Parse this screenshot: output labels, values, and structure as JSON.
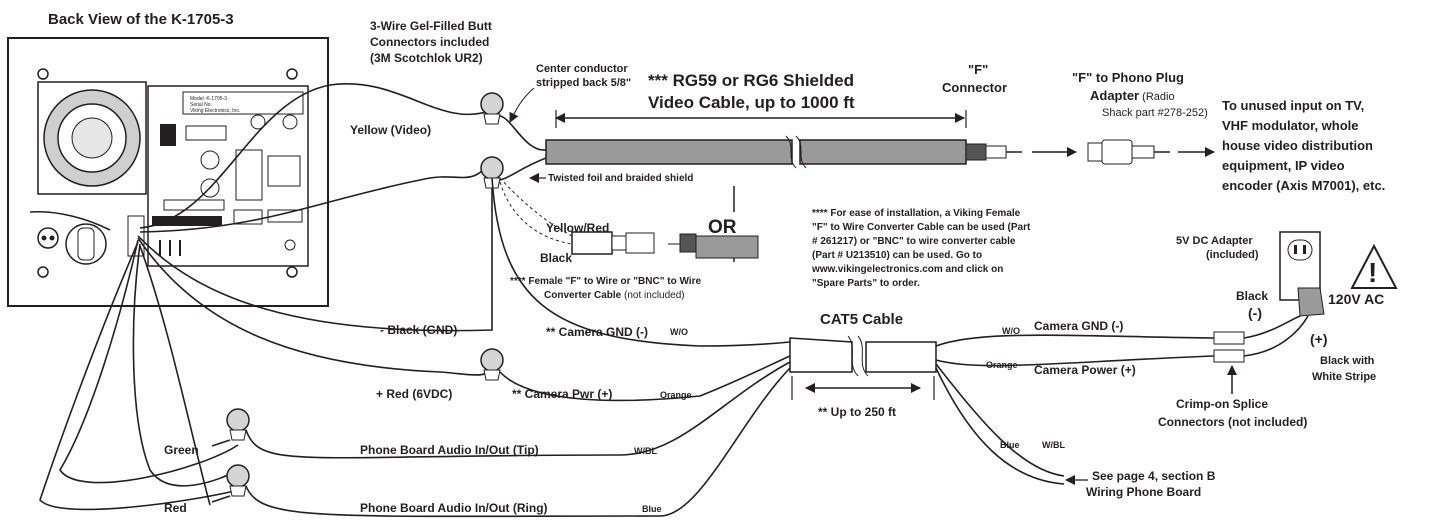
{
  "header": {
    "title": "Back View of the K-1705-3"
  },
  "panel": {
    "label_lines": [
      "Model: K-1705-3",
      "Serial No.",
      "Viking Electronics, Inc."
    ]
  },
  "butt_connectors": {
    "title_lines": [
      "3-Wire Gel-Filled Butt",
      "Connectors included",
      "(3M Scotchlok UR2)"
    ]
  },
  "center_conductor": {
    "lines": [
      "Center conductor",
      "stripped back 5/8\""
    ]
  },
  "cable": {
    "lines": [
      "*** RG59 or RG6 Shielded",
      "Video Cable, up to 1000 ft"
    ]
  },
  "f_connector": {
    "lines": [
      "\"F\"",
      "Connector"
    ]
  },
  "adapter": {
    "line1": "\"F\" to Phono Plug",
    "line2_bold": "Adapter",
    "line2_normal": " (Radio",
    "line3": "Shack part #278-252)"
  },
  "destination": {
    "lines": [
      "To unused input on TV,",
      "VHF modulator, whole",
      "house video distribution",
      "equipment, IP video",
      "encoder (Axis M7001), etc."
    ]
  },
  "twisted_shield": "Twisted foil and braided shield",
  "wires": {
    "yellow": "Yellow (Video)",
    "yellow_red": "Yellow/Red",
    "black": "Black",
    "or": "OR",
    "black_gnd": "- Black (GND)",
    "red_6vdc": "+ Red (6VDC)",
    "green": "Green",
    "red": "Red"
  },
  "converter_label": {
    "line1": "**** Female \"F\" to Wire or \"BNC\" to Wire",
    "line2_bold": "Converter Cable",
    "line2_normal": " (not included)"
  },
  "note": {
    "lines": [
      "**** For ease of installation, a Viking Female",
      "\"F\" to Wire Converter Cable can be used (Part",
      "# 261217) or \"BNC\" to wire converter cable",
      "(Part # U213510) can be used. Go to",
      "www.vikingelectronics.com and click on",
      "\"Spare Parts\" to order."
    ]
  },
  "cat5": {
    "title": "CAT5 Cable",
    "length": "** Up to 250 ft",
    "camera_gnd_left": "** Camera GND (-)",
    "camera_gnd_left_color": "W/O",
    "camera_pwr_left": "** Camera Pwr (+)",
    "camera_pwr_left_color": "Orange",
    "tip": "Phone Board Audio In/Out (Tip)",
    "tip_color": "W/BL",
    "ring": "Phone Board Audio In/Out (Ring)",
    "ring_color": "Blue",
    "camera_gnd_right": "Camera GND (-)",
    "camera_gnd_right_color": "W/O",
    "camera_power_right": "Camera Power (+)",
    "camera_power_right_color": "Orange",
    "blue": "Blue",
    "wbl": "W/BL"
  },
  "see_page": {
    "lines": [
      "See page 4, section B",
      "Wiring Phone Board"
    ]
  },
  "power": {
    "adapter_lines": [
      "5V DC Adapter",
      "(included)"
    ],
    "volt": "120V AC",
    "black": "Black",
    "minus": "(-)",
    "plus": "(+)",
    "stripe_lines": [
      "Black with",
      "White Stripe"
    ],
    "crimp_lines": [
      "Crimp-on Splice",
      "Connectors (not included)"
    ],
    "warning_glyph": "!"
  }
}
